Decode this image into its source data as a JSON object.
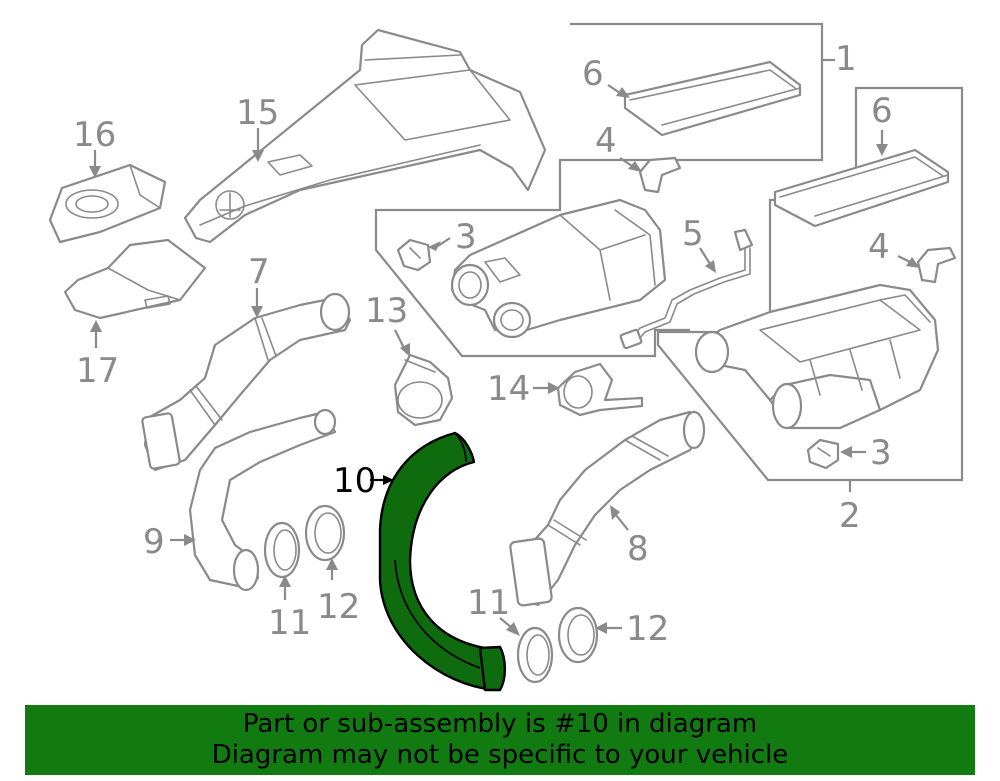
{
  "callouts": {
    "c1": "1",
    "c2": "2",
    "c3a": "3",
    "c3b": "3",
    "c4a": "4",
    "c4b": "4",
    "c5": "5",
    "c6a": "6",
    "c6b": "6",
    "c7": "7",
    "c8": "8",
    "c9": "9",
    "c10": "10",
    "c11a": "11",
    "c11b": "11",
    "c12a": "12",
    "c12b": "12",
    "c13": "13",
    "c14": "14",
    "c15": "15",
    "c16": "16",
    "c17": "17"
  },
  "highlight": {
    "part_number": "10",
    "color": "#0e6b0e"
  },
  "banner": {
    "line1": "Part or sub-assembly is #10 in diagram",
    "line2": "Diagram may not be specific to your vehicle",
    "color": "#117a11"
  }
}
